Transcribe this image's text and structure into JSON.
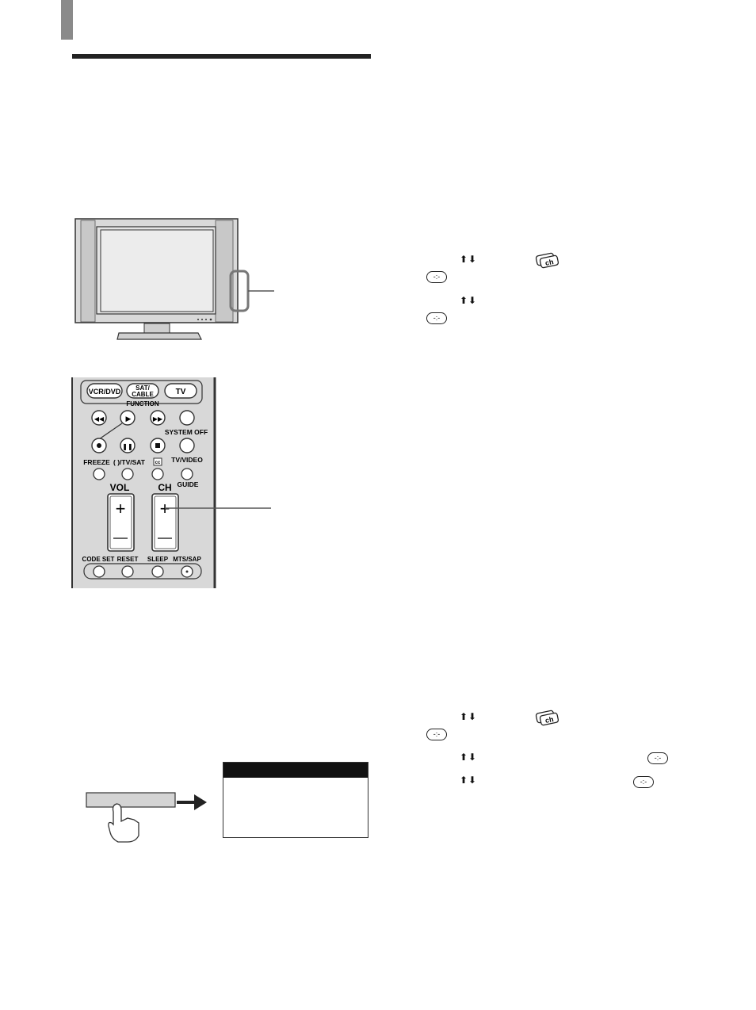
{
  "remote": {
    "buttons": {
      "vcr_dvd": "VCR/DVD",
      "sat_cable_line1": "SAT/",
      "sat_cable_line2": "CABLE",
      "tv": "TV",
      "function": "FUNCTION",
      "system_off": "SYSTEM OFF",
      "freeze": "FREEZE",
      "tv_sat": "( )/TV/SAT",
      "cc": "cc",
      "tv_video": "TV/VIDEO",
      "guide": "GUIDE",
      "vol": "VOL",
      "ch": "CH",
      "code_set": "CODE SET",
      "reset": "RESET",
      "sleep": "SLEEP",
      "mts_sap": "MTS/SAP"
    }
  },
  "icons": {
    "updown_arrows": "⬆⬇",
    "channel_icon": "ch",
    "menu_button": "-:-"
  }
}
